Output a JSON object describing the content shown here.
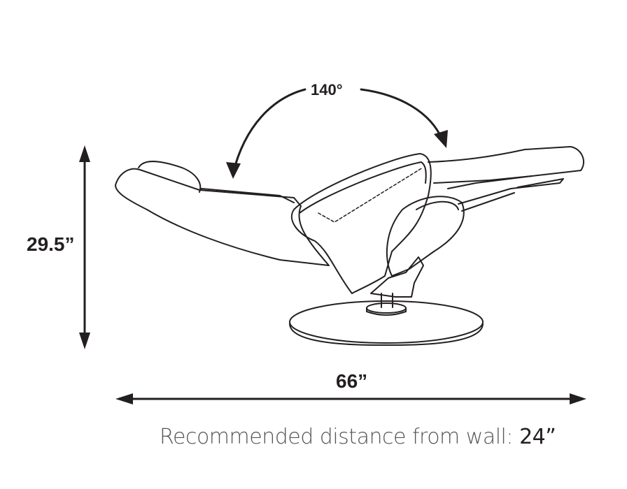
{
  "dimensions": {
    "recline_angle": "140°",
    "height": "29.5”",
    "length": "66”"
  },
  "note": {
    "label": "Recommended distance from wall:",
    "value": "24”"
  },
  "colors": {
    "line": "#231f20",
    "text_light": "#555555"
  }
}
